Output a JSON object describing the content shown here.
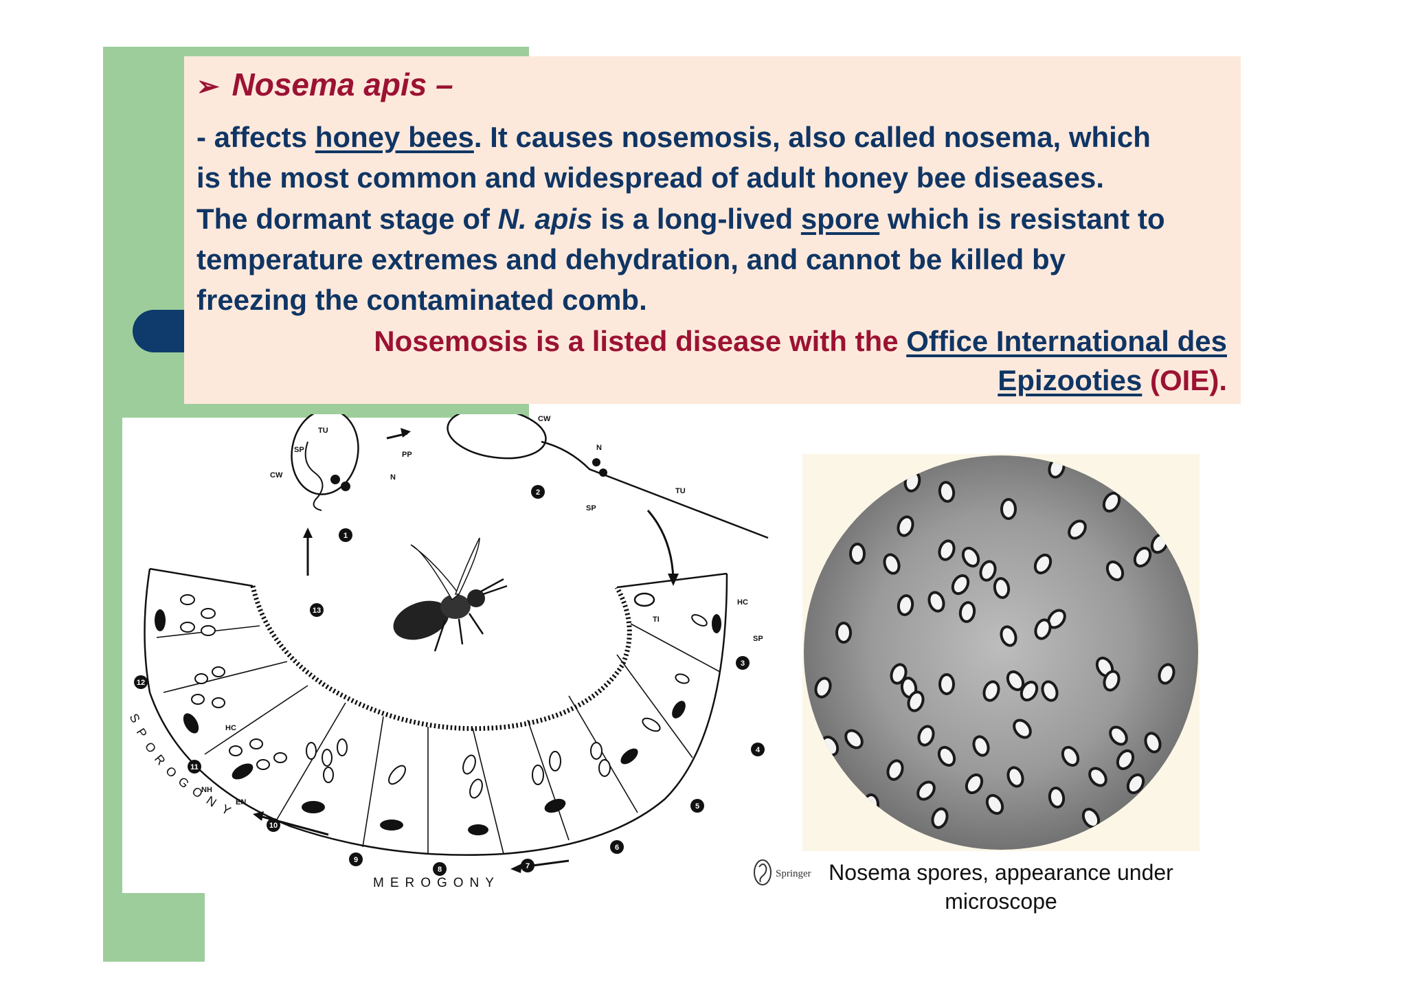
{
  "slide": {
    "heading": {
      "bullet_symbol": "➢",
      "title": "Nosema apis –"
    },
    "paragraph1": {
      "prefix": "- affects ",
      "link": "honey bees",
      "line1_rest": ". It causes nosemosis, also called nosema, which",
      "line2": "is the most common and widespread of adult honey bee diseases."
    },
    "paragraph2": {
      "text_a": "The dormant stage of ",
      "italic": "N. apis",
      "text_b": " is a long-lived ",
      "link": "spore",
      "text_c": " which is resistant to",
      "line2": "temperature extremes and dehydration, and cannot be killed by",
      "line3": "freezing the contaminated comb."
    },
    "listed": {
      "text": "Nosemosis is a listed disease with the ",
      "link_part1": "Office International des",
      "link_part2": "Epizooties",
      "suffix": " (OIE)."
    },
    "diagram": {
      "labels": {
        "tu": "TU",
        "sp": "SP",
        "cw": "CW",
        "pp": "PP",
        "n": "N",
        "cw2": "CW",
        "n2": "N",
        "tu2": "TU",
        "sp2": "SP",
        "ti": "TI",
        "hc": "HC",
        "sp3": "SP",
        "hc2": "HC",
        "nh": "NH",
        "en": "EN"
      },
      "numbers": [
        "1",
        "2",
        "3",
        "4",
        "5",
        "6",
        "7",
        "8",
        "9",
        "10",
        "11",
        "12",
        "13"
      ],
      "sporogony_letters": [
        "S",
        "P",
        "O",
        "R",
        "O",
        "G",
        "O",
        "N",
        "Y"
      ],
      "merogony": "MEROGONY"
    },
    "springer_logo_text": "Springer",
    "caption": "Nosema spores, appearance under microscope"
  }
}
